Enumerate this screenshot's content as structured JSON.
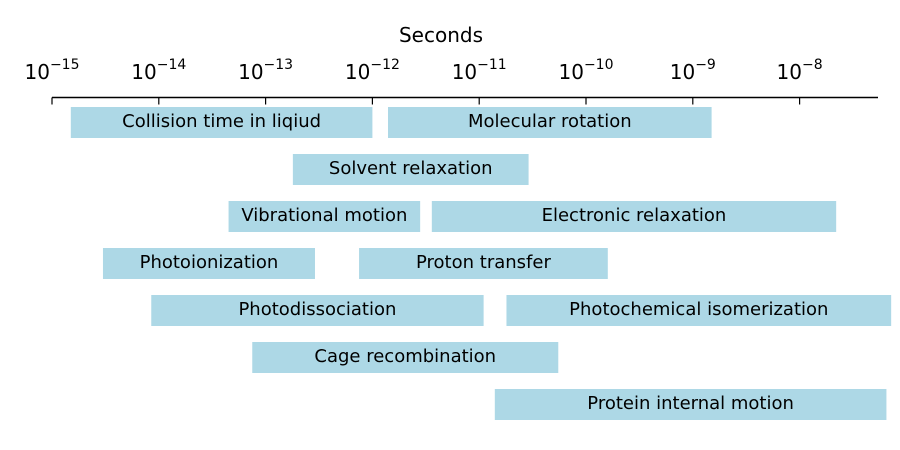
{
  "chart_data": {
    "type": "bar",
    "orientation": "horizontal-range",
    "xlabel": "Seconds",
    "xscale": "log",
    "xaxis_position": "top",
    "xlim": [
      1e-15,
      7.2e-08
    ],
    "ticks": [
      {
        "value": 1e-15,
        "base": "10",
        "exp": "−15"
      },
      {
        "value": 1e-14,
        "base": "10",
        "exp": "−14"
      },
      {
        "value": 1e-13,
        "base": "10",
        "exp": "−13"
      },
      {
        "value": 1e-12,
        "base": "10",
        "exp": "−12"
      },
      {
        "value": 1e-11,
        "base": "10",
        "exp": "−11"
      },
      {
        "value": 1e-10,
        "base": "10",
        "exp": "−10"
      },
      {
        "value": 1e-09,
        "base": "10",
        "exp": "−9"
      },
      {
        "value": 1e-08,
        "base": "10",
        "exp": "−8"
      }
    ],
    "grid": false,
    "bar_color": "#add8e6",
    "ranges": [
      {
        "label": "Collision time in liqiud",
        "row": 0,
        "start": 1.5e-15,
        "end": 1e-12
      },
      {
        "label": "Molecular rotation",
        "row": 0,
        "start": 1.4e-12,
        "end": 1.5e-09
      },
      {
        "label": "Solvent relaxation",
        "row": 1,
        "start": 1.8e-13,
        "end": 2.9e-11
      },
      {
        "label": "Vibrational motion",
        "row": 2,
        "start": 4.5e-14,
        "end": 2.8e-12
      },
      {
        "label": "Electronic relaxation",
        "row": 2,
        "start": 3.6e-12,
        "end": 2.2e-08
      },
      {
        "label": "Photoionization",
        "row": 3,
        "start": 3e-15,
        "end": 2.9e-13
      },
      {
        "label": "Proton transfer",
        "row": 3,
        "start": 7.5e-13,
        "end": 1.6e-10
      },
      {
        "label": "Photodissociation",
        "row": 4,
        "start": 8.5e-15,
        "end": 1.1e-11
      },
      {
        "label": "Photochemical isomerization",
        "row": 4,
        "start": 1.8e-11,
        "end": 7.2e-08
      },
      {
        "label": "Cage recombination",
        "row": 5,
        "start": 7.5e-14,
        "end": 5.5e-11
      },
      {
        "label": "Protein internal motion",
        "row": 6,
        "start": 1.4e-11,
        "end": 6.5e-08
      }
    ]
  }
}
